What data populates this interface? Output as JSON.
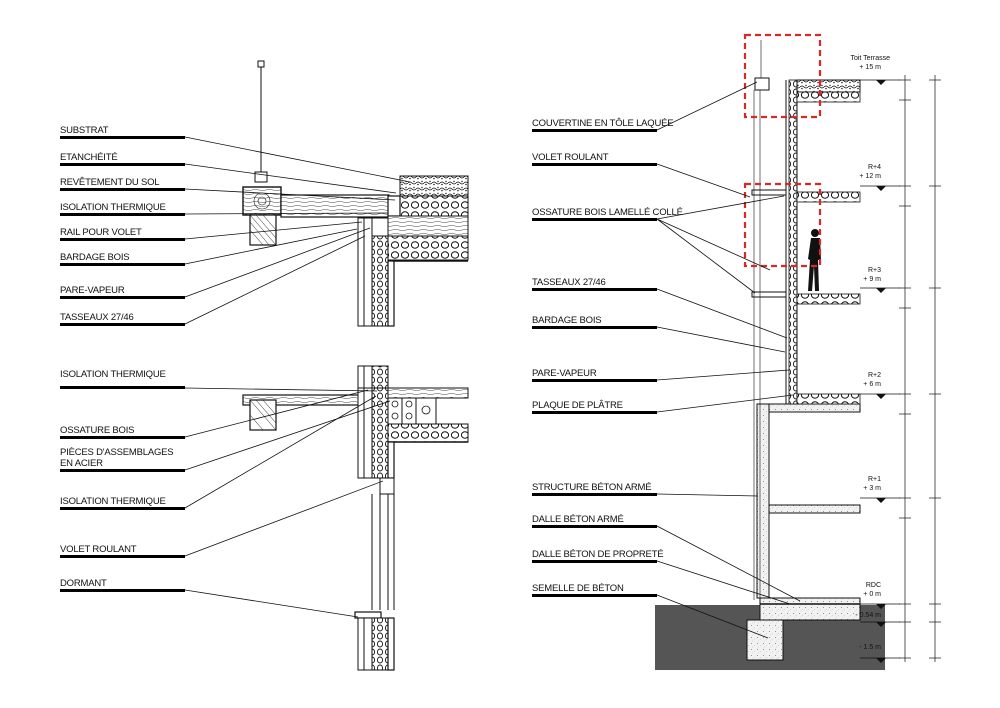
{
  "left_detail_top": {
    "labels": [
      "SUBSTRAT",
      "ETANCHÉITÉ",
      "REVÊTEMENT DU SOL",
      "ISOLATION THERMIQUE",
      "RAIL POUR VOLET",
      "BARDAGE BOIS",
      "PARE-VAPEUR",
      "TASSEAUX 27/46"
    ]
  },
  "left_detail_bottom": {
    "labels": [
      "ISOLATION THERMIQUE",
      "OSSATURE BOIS",
      "PIÈCES D'ASSEMBLAGES EN ACIER",
      "ISOLATION THERMIQUE",
      "VOLET ROULANT",
      "DORMANT"
    ]
  },
  "right_section": {
    "labels": [
      "COUVERTINE EN TÔLE LAQUÉE",
      "VOLET ROULANT",
      "OSSATURE BOIS LAMELLÉ COLLÉ",
      "TASSEAUX 27/46",
      "BARDAGE BOIS",
      "PARE-VAPEUR",
      "PLAQUE DE PLÂTRE",
      "STRUCTURE BÉTON ARMÉ",
      "DALLE BÉTON ARMÉ",
      "DALLE BÉTON DE PROPRETÉ",
      "SEMELLE DE BÉTON"
    ]
  },
  "levels": [
    {
      "name": "Toit Terrasse",
      "value": "+ 15 m"
    },
    {
      "name": "R+4",
      "value": "+ 12 m"
    },
    {
      "name": "R+3",
      "value": "+ 9 m"
    },
    {
      "name": "R+2",
      "value": "+ 6 m"
    },
    {
      "name": "R+1",
      "value": "+ 3 m"
    },
    {
      "name": "RDC",
      "value": "+ 0 m"
    },
    {
      "name": "",
      "value": "- 0.54 m"
    },
    {
      "name": "",
      "value": "- 1.5 m"
    }
  ],
  "colors": {
    "highlight": "#d42a2a",
    "ground": "#555555",
    "line": "#111111"
  }
}
